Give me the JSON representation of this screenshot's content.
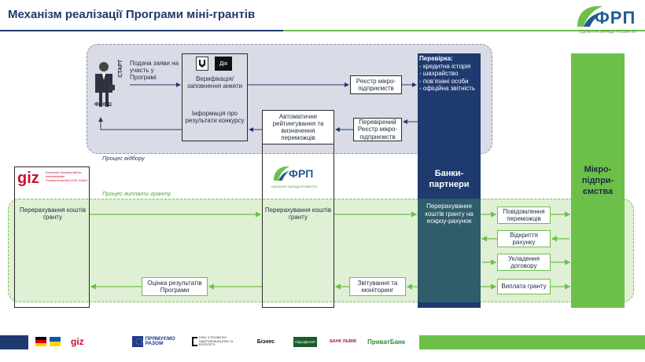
{
  "title": "Механізм реалізації Програми міні-грантів",
  "logo": {
    "text": "ФРП",
    "subtitle": "ЄДНАННЯ ЗАРАДИ РОЗВИТКУ"
  },
  "captions": {
    "selection": "Процес відбору",
    "grant": "Процес виплати гранту"
  },
  "selection": {
    "start": "СТАРТ",
    "finish": "ФІНІШ",
    "apply": "Подача заяви на участь у Програмі",
    "verify": "Верифікація/ заповнення анкети",
    "diia": "Дія",
    "info": "Інформація про результати конкурсу",
    "registry": "Реєстр мікро-підприємств",
    "auto_rating": "Автоматичне рейтингування та визначення переможців",
    "verified_registry": "Перевірений Реєстр мікро-підприємств"
  },
  "bank": {
    "check_title": "Перевірка:",
    "check_items": [
      "- кредитна історія",
      "- шахрайство",
      "- пов’язані особи",
      "- офіційна звітність"
    ],
    "title": "Банки-партнери",
    "transfer": "Перерахування коштів гранту на ескроу-рахунок"
  },
  "micro": {
    "title": "Мікро-підпри-ємства"
  },
  "grant": {
    "giz_name": "giz",
    "giz_desc": "Deutsche Gesellschaft für Internationale Zusammenarbeit (GIZ) GmbH",
    "giz_transfer": "Перерахування коштів гранту",
    "frp_transfer": "Перерахування коштів гранту",
    "evaluation": "Оцінка результатів Програми",
    "reporting": "Звітування та моніторинг",
    "steps": [
      "Повідомлення переможців",
      "Відкриття рахунку",
      "Укладення договору",
      "Виплата гранту"
    ]
  },
  "partners": [
    "",
    "",
    "",
    "ПРЯМУЄМО РАЗОМ",
    "ОФІС З РОЗВИТКУ ПІДПРИЄМНИЦТВА ТА ЕКСПОРТУ",
    "Бізнес",
    "ОЩАДБАНК",
    "БАНК ЛЬВІВ",
    "ПриватБанк"
  ],
  "colors": {
    "navy": "#1f3a6e",
    "green": "#6cc04a",
    "teal": "#2f5d6b",
    "selection_bg": "#d9dce6",
    "grant_bg": "#dff0d4"
  }
}
